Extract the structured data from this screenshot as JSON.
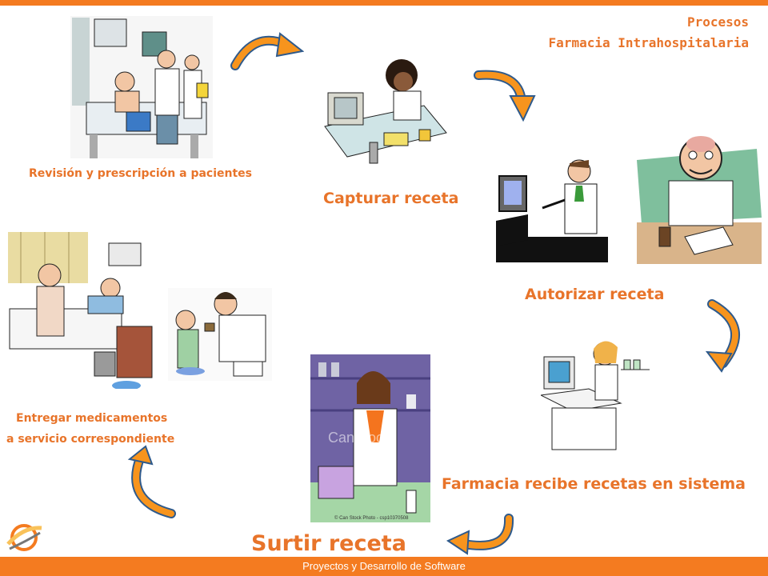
{
  "header": {
    "line1": "Procesos",
    "line2": "Farmacia Intrahospitalaria"
  },
  "steps": [
    {
      "label": "Revisión y prescripción a pacientes"
    },
    {
      "label": "Capturar receta"
    },
    {
      "label": "Autorizar receta"
    },
    {
      "label": "Farmacia recibe recetas en sistema"
    },
    {
      "label": "Surtir receta"
    },
    {
      "label_line1": "Entregar medicamentos",
      "label_line2": "a servicio correspondiente"
    }
  ],
  "watermark": {
    "text": "CanStock",
    "caption": "© Can Stock Photo - csp10370508"
  },
  "footer": {
    "text": "Proyectos y Desarrollo de Software"
  },
  "colors": {
    "accent": "#f47b20",
    "label": "#e8742a",
    "arrow_fill": "#f7941d",
    "arrow_stroke": "#2e5a8c"
  }
}
